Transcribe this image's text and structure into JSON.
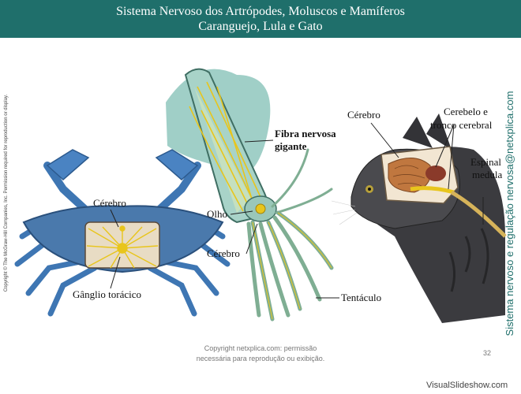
{
  "header": {
    "title_line1": "Sistema Nervoso dos Artrópodes, Moluscos e Mamíferos",
    "title_line2": "Caranguejo, Lula e Gato"
  },
  "crab": {
    "label_brain": "Cérebro",
    "label_ganglion": "Gânglio torácico"
  },
  "squid": {
    "label_giant_fiber_1": "Fibra nervosa",
    "label_giant_fiber_2": "gigante",
    "label_eye": "Olho",
    "label_brain": "Cérebro",
    "label_tentacle": "Tentáculo"
  },
  "cat": {
    "label_brain": "Cérebro",
    "label_cerebellum_1": "Cerebelo e",
    "label_cerebellum_2": "tronco cerebral",
    "label_spinal_1": "Espinal",
    "label_spinal_2": "medula"
  },
  "side_copyright": "Copyright © The McGraw-Hill Companies, Inc. Permission required for reproduction or display.",
  "side_site": "Sistema nervoso e regulação nervosa@netxplica.com",
  "footer": {
    "line1": "Copyright netxplica.com: permissão",
    "line2": "necessária para reprodução ou exibição."
  },
  "page_number": "32",
  "watermark": "VisualSlideshow.com",
  "colors": {
    "banner": "#1f6f6b",
    "nerve": "#e8c51c",
    "crab_shell": "#3f79b8",
    "squid_body": "#8fc7bd"
  }
}
